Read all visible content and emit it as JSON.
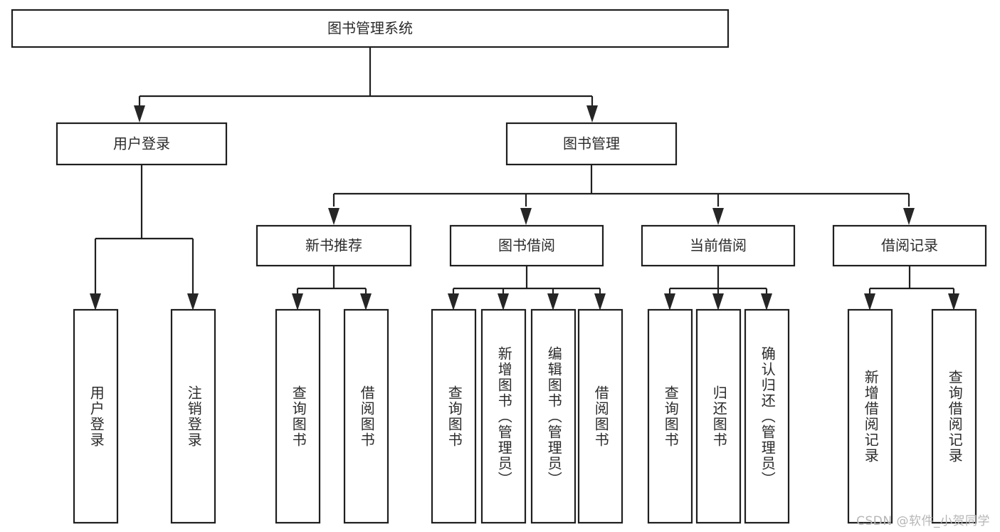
{
  "diagram": {
    "type": "tree-hierarchy",
    "title": "图书管理系统",
    "watermark": "CSDN @软件_小贺同学",
    "colors": {
      "background": "#ffffff",
      "box_fill": "#ffffff",
      "box_stroke": "#1f1f1f",
      "text": "#2b2b2b",
      "connector": "#1f1f1f",
      "watermark": "#b6b6b6"
    },
    "root": {
      "label": "图书管理系统"
    },
    "level2": [
      {
        "id": "user-login",
        "label": "用户登录"
      },
      {
        "id": "book-management",
        "label": "图书管理"
      }
    ],
    "level3": [
      {
        "id": "new-book-recommend",
        "label": "新书推荐",
        "parent": "book-management"
      },
      {
        "id": "book-borrow",
        "label": "图书借阅",
        "parent": "book-management"
      },
      {
        "id": "current-borrow",
        "label": "当前借阅",
        "parent": "book-management"
      },
      {
        "id": "borrow-record",
        "label": "借阅记录",
        "parent": "book-management"
      }
    ],
    "leaves": [
      {
        "id": "leaf-user-login",
        "label": "用户登录",
        "parent": "user-login"
      },
      {
        "id": "leaf-logout-login",
        "label": "注销登录",
        "parent": "user-login"
      },
      {
        "id": "leaf-query-book-1",
        "label": "查询图书",
        "parent": "new-book-recommend"
      },
      {
        "id": "leaf-borrow-book-1",
        "label": "借阅图书",
        "parent": "new-book-recommend"
      },
      {
        "id": "leaf-query-book-2",
        "label": "查询图书",
        "parent": "book-borrow"
      },
      {
        "id": "leaf-add-book",
        "label": "新增图书（管理员）",
        "parent": "book-borrow"
      },
      {
        "id": "leaf-edit-book",
        "label": "编辑图书（管理员）",
        "parent": "book-borrow"
      },
      {
        "id": "leaf-borrow-book-2",
        "label": "借阅图书",
        "parent": "book-borrow"
      },
      {
        "id": "leaf-query-book-3",
        "label": "查询图书",
        "parent": "current-borrow"
      },
      {
        "id": "leaf-return-book",
        "label": "归还图书",
        "parent": "current-borrow"
      },
      {
        "id": "leaf-confirm-return",
        "label": "确认归还（管理员）",
        "parent": "current-borrow"
      },
      {
        "id": "leaf-add-record",
        "label": "新增借阅记录",
        "parent": "borrow-record"
      },
      {
        "id": "leaf-query-record",
        "label": "查询借阅记录",
        "parent": "borrow-record"
      }
    ]
  }
}
